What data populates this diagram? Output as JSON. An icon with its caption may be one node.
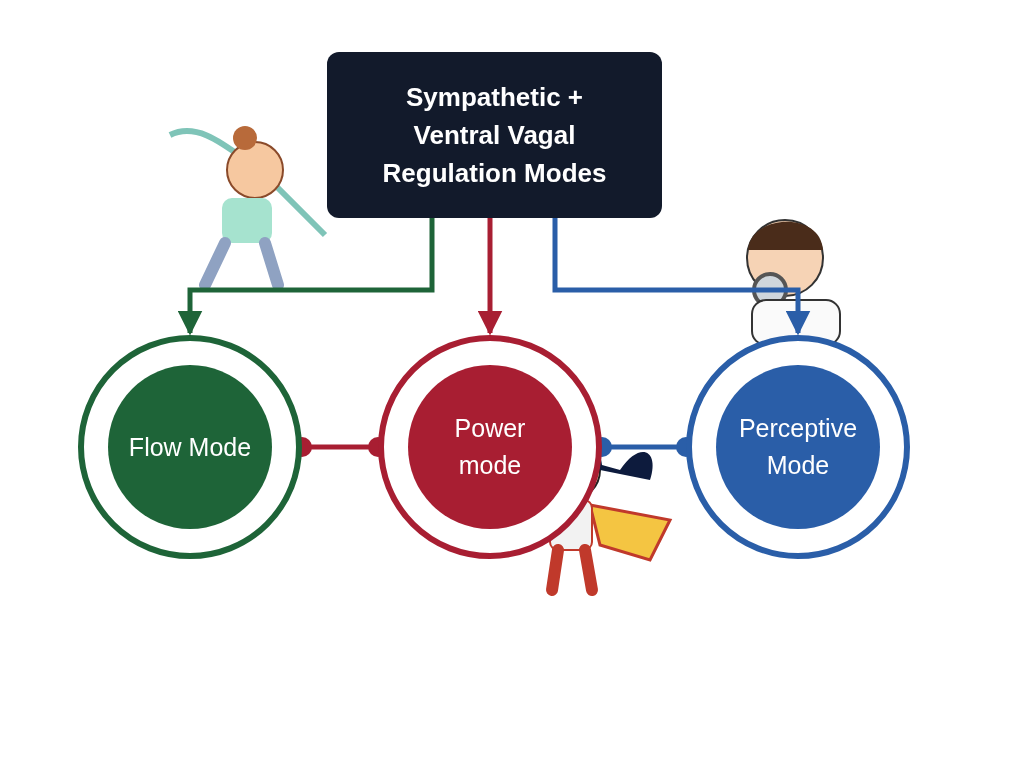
{
  "diagram": {
    "nodes": [
      {
        "text": [
          "Sympathetic + Ventral Vagal Regulation Modes"
        ]
      },
      {
        "text": [
          "Flow Mode"
        ]
      },
      {
        "text": [
          "Power mode"
        ]
      },
      {
        "text": [
          "Perceptive Mode"
        ]
      }
    ],
    "edges": [
      {
        "from": 0,
        "to": 1,
        "arrow": "to",
        "color": "#1e6438"
      },
      {
        "from": 0,
        "to": 2,
        "arrow": "to",
        "color": "#a81e32"
      },
      {
        "from": 0,
        "to": 3,
        "arrow": "to",
        "color": "#2a5ea8"
      },
      {
        "from": 1,
        "to": 2,
        "arrow": "other",
        "color": "#a81e32"
      },
      {
        "from": 2,
        "to": 3,
        "arrow": "other",
        "color": "#2a5ea8"
      }
    ]
  }
}
